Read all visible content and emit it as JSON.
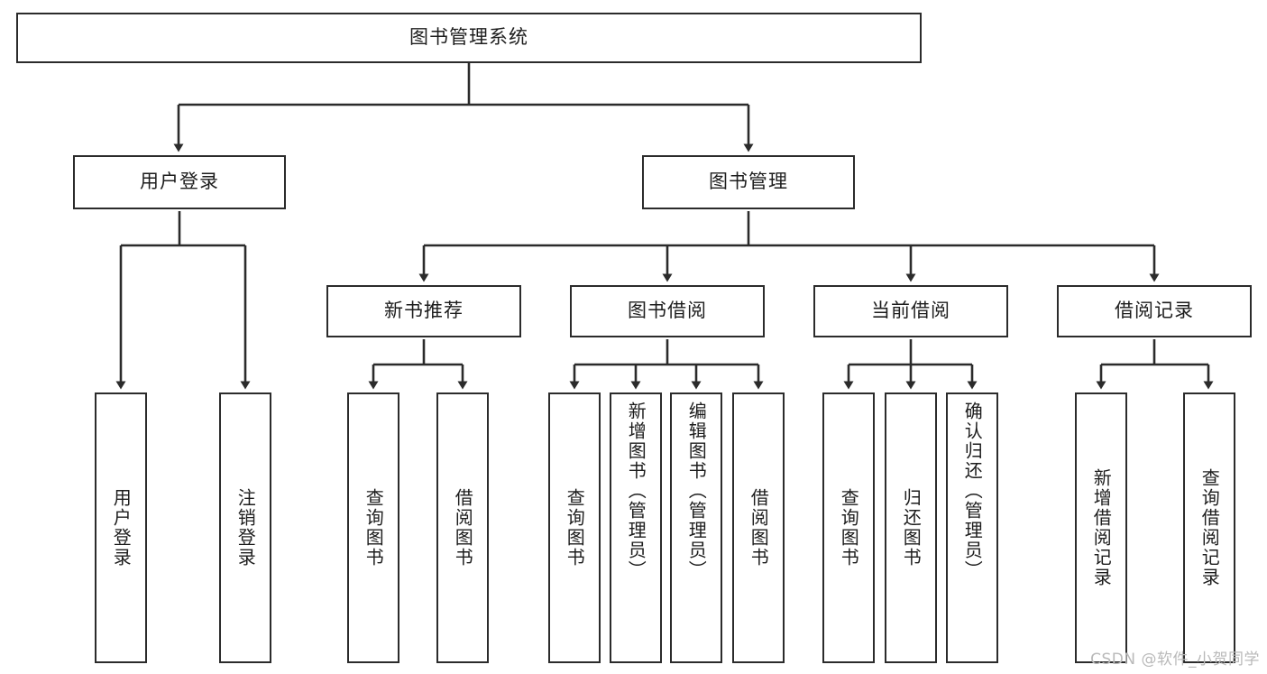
{
  "diagram": {
    "title": "图书管理系统",
    "type": "tree-hierarchy",
    "watermark": "CSDN @软件_小贺同学",
    "colors": {
      "border": "#2b2b2b",
      "fill": "#ffffff",
      "text": "#1d1d1d",
      "edge": "#2b2b2b",
      "watermark": "#b9b9b9"
    },
    "levels": {
      "root": "图书管理系统",
      "level2": [
        "用户登录",
        "图书管理"
      ],
      "level3": [
        "新书推荐",
        "图书借阅",
        "当前借阅",
        "借阅记录"
      ]
    },
    "nodes": {
      "root": {
        "label": "图书管理系统",
        "orientation": "horizontal"
      },
      "user_login": {
        "label": "用户登录",
        "orientation": "horizontal"
      },
      "book_manage": {
        "label": "图书管理",
        "orientation": "horizontal"
      },
      "new_book_rec": {
        "label": "新书推荐",
        "orientation": "horizontal"
      },
      "book_borrow": {
        "label": "图书借阅",
        "orientation": "horizontal"
      },
      "current_borrow": {
        "label": "当前借阅",
        "orientation": "horizontal"
      },
      "borrow_record": {
        "label": "借阅记录",
        "orientation": "horizontal"
      },
      "leaf_user_login": {
        "label": "用户登录",
        "orientation": "vertical"
      },
      "leaf_logout": {
        "label": "注销登录",
        "orientation": "vertical"
      },
      "leaf_query_book_1": {
        "label": "查询图书",
        "orientation": "vertical"
      },
      "leaf_borrow_book_1": {
        "label": "借阅图书",
        "orientation": "vertical"
      },
      "leaf_query_book_2": {
        "label": "查询图书",
        "orientation": "vertical"
      },
      "leaf_add_book": {
        "label": "新增图书（管理员）",
        "orientation": "vertical"
      },
      "leaf_edit_book": {
        "label": "编辑图书（管理员）",
        "orientation": "vertical"
      },
      "leaf_borrow_book_2": {
        "label": "借阅图书",
        "orientation": "vertical"
      },
      "leaf_query_book_3": {
        "label": "查询图书",
        "orientation": "vertical"
      },
      "leaf_return_book": {
        "label": "归还图书",
        "orientation": "vertical"
      },
      "leaf_confirm_return": {
        "label": "确认归还（管理员）",
        "orientation": "vertical"
      },
      "leaf_add_record": {
        "label": "新增借阅记录",
        "orientation": "vertical"
      },
      "leaf_query_record": {
        "label": "查询借阅记录",
        "orientation": "vertical"
      }
    },
    "edges": [
      {
        "from": "root",
        "to": "user_login"
      },
      {
        "from": "root",
        "to": "book_manage"
      },
      {
        "from": "user_login",
        "to": "leaf_user_login"
      },
      {
        "from": "user_login",
        "to": "leaf_logout"
      },
      {
        "from": "book_manage",
        "to": "new_book_rec"
      },
      {
        "from": "book_manage",
        "to": "book_borrow"
      },
      {
        "from": "book_manage",
        "to": "current_borrow"
      },
      {
        "from": "book_manage",
        "to": "borrow_record"
      },
      {
        "from": "new_book_rec",
        "to": "leaf_query_book_1"
      },
      {
        "from": "new_book_rec",
        "to": "leaf_borrow_book_1"
      },
      {
        "from": "book_borrow",
        "to": "leaf_query_book_2"
      },
      {
        "from": "book_borrow",
        "to": "leaf_add_book"
      },
      {
        "from": "book_borrow",
        "to": "leaf_edit_book"
      },
      {
        "from": "book_borrow",
        "to": "leaf_borrow_book_2"
      },
      {
        "from": "current_borrow",
        "to": "leaf_query_book_3"
      },
      {
        "from": "current_borrow",
        "to": "leaf_return_book"
      },
      {
        "from": "current_borrow",
        "to": "leaf_confirm_return"
      },
      {
        "from": "borrow_record",
        "to": "leaf_add_record"
      },
      {
        "from": "borrow_record",
        "to": "leaf_query_record"
      }
    ]
  }
}
